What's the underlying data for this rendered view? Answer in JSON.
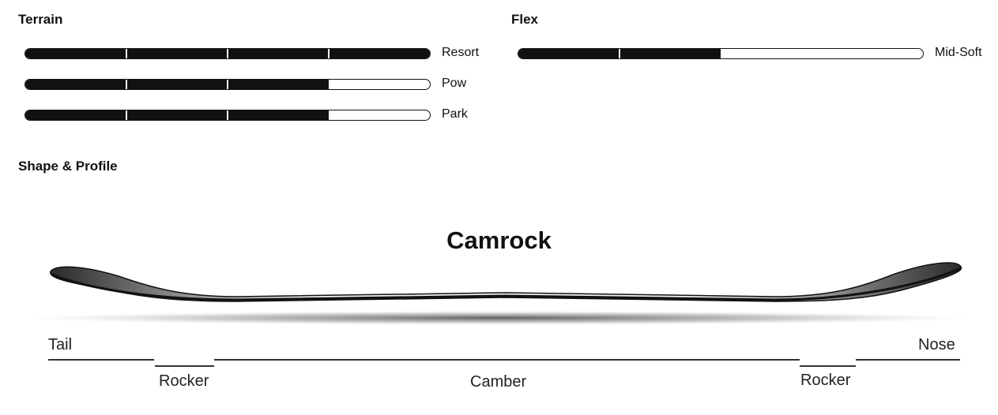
{
  "terrain": {
    "heading": "Terrain",
    "bars": [
      {
        "label": "Resort",
        "value": 4,
        "max": 4
      },
      {
        "label": "Pow",
        "value": 3,
        "max": 4
      },
      {
        "label": "Park",
        "value": 3,
        "max": 4
      }
    ]
  },
  "flex": {
    "heading": "Flex",
    "bars": [
      {
        "label": "Mid-Soft",
        "value": 2,
        "max": 4
      }
    ]
  },
  "shape_profile": {
    "heading": "Shape & Profile",
    "profile_name": "Camrock",
    "ends": {
      "tail": "Tail",
      "nose": "Nose"
    },
    "zones": {
      "rocker_left": "Rocker",
      "camber": "Camber",
      "rocker_right": "Rocker"
    }
  },
  "colors": {
    "fill": "#111111",
    "track": "#ffffff",
    "board_dark": "#2a2a2a",
    "board_light": "#f2f2f2"
  }
}
